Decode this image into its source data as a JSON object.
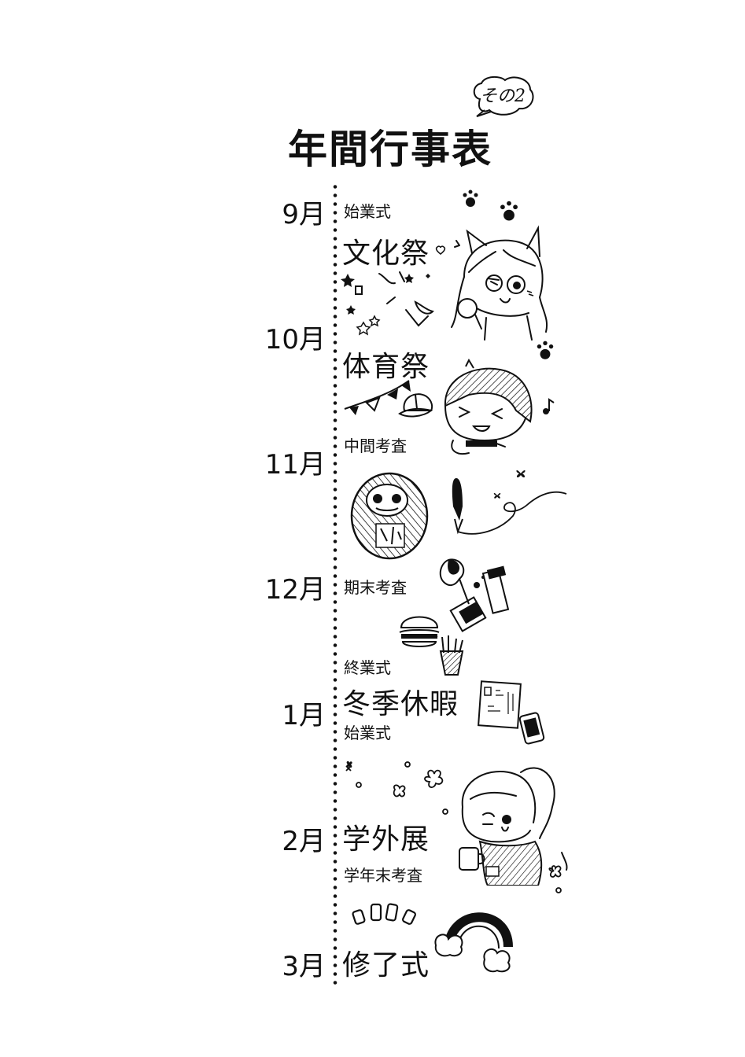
{
  "header": {
    "title": "年間行事表",
    "badge": "その2"
  },
  "months": {
    "sep": "9月",
    "oct": "10月",
    "nov": "11月",
    "dec": "12月",
    "jan": "1月",
    "feb": "2月",
    "mar": "3月"
  },
  "events": {
    "sep_opening": "始業式",
    "sep_festival": "文化祭",
    "oct_sports": "体育祭",
    "oct_midterm": "中間考査",
    "dec_final": "期末考査",
    "jan_closing": "終業式",
    "jan_winter": "冬季休暇",
    "jan_opening": "始業式",
    "feb_exhibit": "学外展",
    "feb_yearend": "学年末考査",
    "mar_completion": "修了式"
  },
  "icons": [
    "cat-girl-icon",
    "paw-print-icon",
    "confetti-icon",
    "party-hat-icon",
    "bunting-flags-icon",
    "cap-icon",
    "laughing-girl-icon",
    "music-note-icon",
    "daruma-icon",
    "fountain-pen-icon",
    "butterfly-icon",
    "paint-tube-icon",
    "hamburger-icon",
    "fries-icon",
    "postcard-icon",
    "phone-icon",
    "ponytail-girl-icon",
    "flower-icon",
    "rainbow-icon",
    "cloud-icon"
  ]
}
